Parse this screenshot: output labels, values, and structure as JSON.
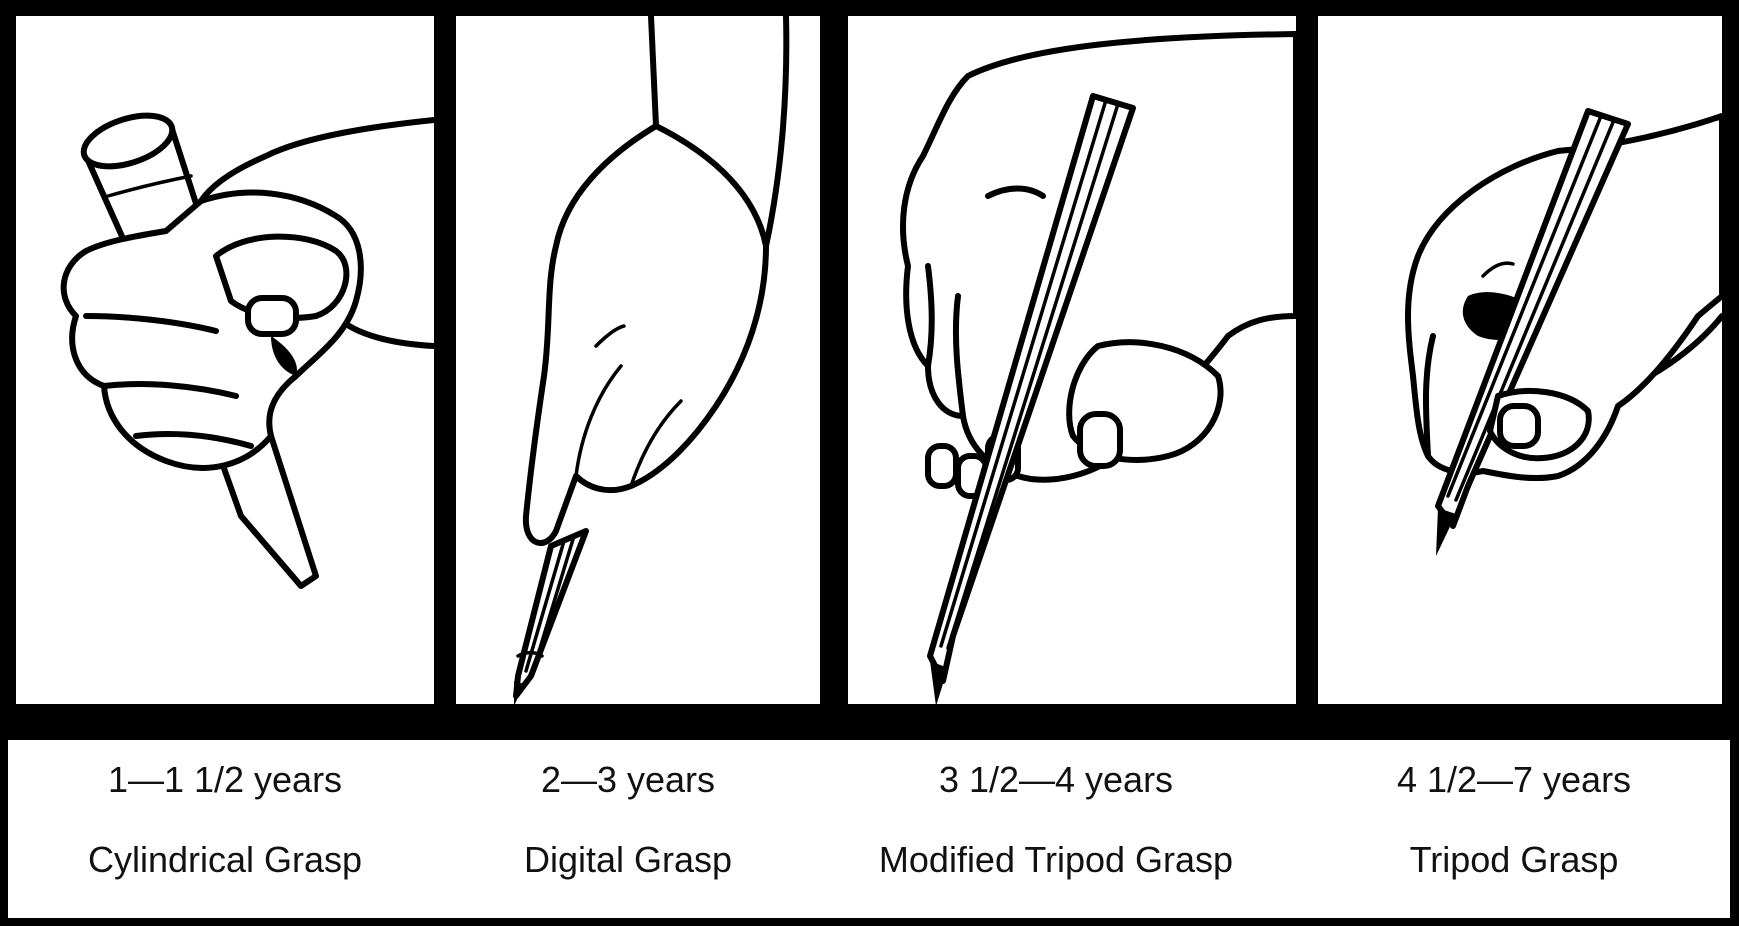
{
  "stages": [
    {
      "age": "1—1 1/2 years",
      "grasp": "Cylindrical Grasp",
      "icon": "hand-holding-crayon-fist"
    },
    {
      "age": "2—3 years",
      "grasp": "Digital Grasp",
      "icon": "hand-holding-pencil-pronated"
    },
    {
      "age": "3 1/2—4 years",
      "grasp": "Modified Tripod Grasp",
      "icon": "hand-holding-pencil-four-fingers"
    },
    {
      "age": "4 1/2—7 years",
      "grasp": "Tripod Grasp",
      "icon": "hand-holding-pencil-tripod"
    }
  ],
  "colors": {
    "frame": "#000000",
    "background": "#ffffff",
    "text": "#111111"
  }
}
